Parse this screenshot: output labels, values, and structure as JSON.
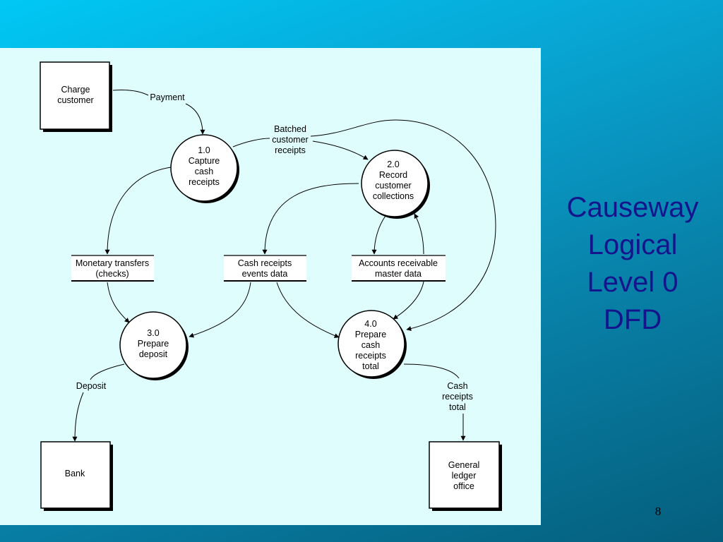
{
  "slide": {
    "title_lines": [
      "Causeway",
      "Logical",
      "Level 0",
      "DFD"
    ],
    "page_number": "8"
  },
  "colors": {
    "diagram_background": "#e0fdfd",
    "title_text": "#14148c",
    "slide_gradient_top": "#00c8f5",
    "slide_gradient_bottom": "#055e7c"
  },
  "diagram": {
    "entities": {
      "charge_customer": [
        "Charge",
        "customer"
      ],
      "bank": [
        "Bank"
      ],
      "general_ledger": [
        "General",
        "ledger",
        "office"
      ]
    },
    "processes": {
      "p1": [
        "1.0",
        "Capture",
        "cash",
        "receipts"
      ],
      "p2": [
        "2.0",
        "Record",
        "customer",
        "collections"
      ],
      "p3": [
        "3.0",
        "Prepare",
        "deposit"
      ],
      "p4": [
        "4.0",
        "Prepare",
        "cash",
        "receipts",
        "total"
      ]
    },
    "data_stores": {
      "monetary_transfers": [
        "Monetary transfers",
        "(checks)"
      ],
      "cash_receipts_events": [
        "Cash receipts",
        "events data"
      ],
      "accounts_receivable": [
        "Accounts receivable",
        "master data"
      ]
    },
    "flows": {
      "payment": [
        "Payment"
      ],
      "batched_receipts": [
        "Batched",
        "customer",
        "receipts"
      ],
      "deposit": [
        "Deposit"
      ],
      "cash_receipts_total": [
        "Cash",
        "receipts",
        "total"
      ]
    }
  }
}
